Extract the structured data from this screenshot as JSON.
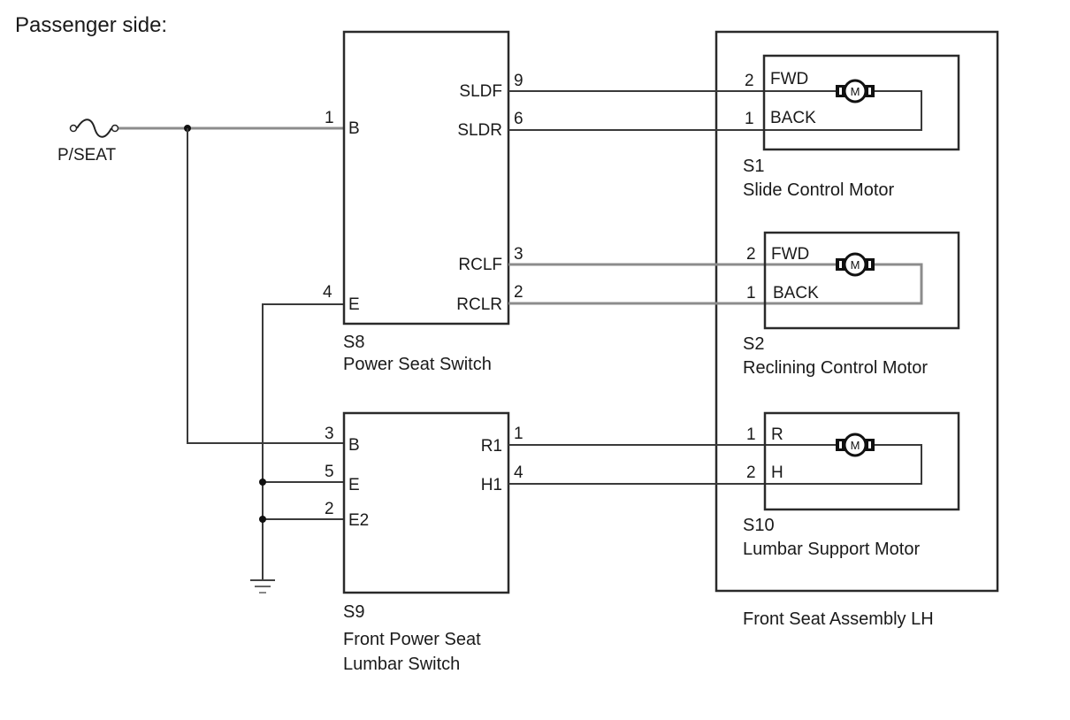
{
  "title": "Passenger side:",
  "fuse": {
    "name": "P/SEAT",
    "icon": "fuse-icon"
  },
  "ground": {
    "icon": "ground-icon"
  },
  "components": {
    "s8": {
      "code": "S8",
      "name": "Power Seat Switch",
      "pins": {
        "b": {
          "pin": "1",
          "signal": "B"
        },
        "e": {
          "pin": "4",
          "signal": "E"
        },
        "sldf": {
          "pin": "9",
          "signal": "SLDF"
        },
        "sldr": {
          "pin": "6",
          "signal": "SLDR"
        },
        "rclf": {
          "pin": "3",
          "signal": "RCLF"
        },
        "rclr": {
          "pin": "2",
          "signal": "RCLR"
        }
      }
    },
    "s9": {
      "code": "S9",
      "name_line1": "Front Power Seat",
      "name_line2": "Lumbar Switch",
      "pins": {
        "b": {
          "pin": "3",
          "signal": "B"
        },
        "e": {
          "pin": "5",
          "signal": "E"
        },
        "e2": {
          "pin": "2",
          "signal": "E2"
        },
        "r1": {
          "pin": "1",
          "signal": "R1"
        },
        "h1": {
          "pin": "4",
          "signal": "H1"
        }
      }
    },
    "assembly": {
      "name": "Front Seat Assembly LH",
      "motors": {
        "s1": {
          "code": "S1",
          "name": "Slide Control Motor",
          "pin_top": {
            "pin": "2",
            "signal": "FWD"
          },
          "pin_bottom": {
            "pin": "1",
            "signal": "BACK"
          },
          "symbol": "M"
        },
        "s2": {
          "code": "S2",
          "name": "Reclining Control Motor",
          "pin_top": {
            "pin": "2",
            "signal": "FWD"
          },
          "pin_bottom": {
            "pin": "1",
            "signal": "BACK"
          },
          "symbol": "M"
        },
        "s10": {
          "code": "S10",
          "name": "Lumbar Support Motor",
          "pin_top": {
            "pin": "1",
            "signal": "R"
          },
          "pin_bottom": {
            "pin": "2",
            "signal": "H"
          },
          "symbol": "M"
        }
      }
    }
  },
  "colors": {
    "line_dark": "#2a2a2a",
    "line_gray": "#8c8c8c",
    "text": "#1a1a1a",
    "background": "#ffffff"
  }
}
